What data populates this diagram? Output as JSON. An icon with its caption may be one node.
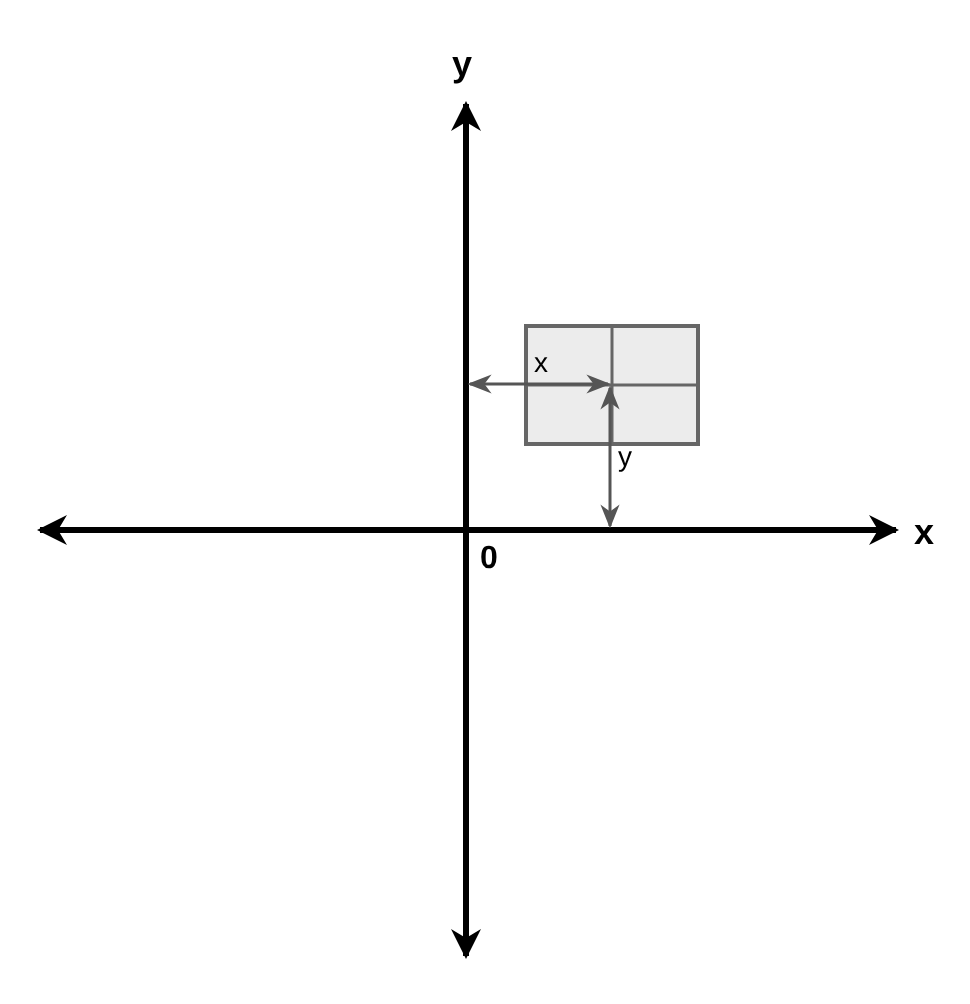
{
  "diagram": {
    "nodes": [
      {
        "text": [],
        "shape": "box"
      }
    ],
    "edges": [],
    "labels": [
      "y",
      "x",
      "0",
      "x",
      "y"
    ]
  }
}
